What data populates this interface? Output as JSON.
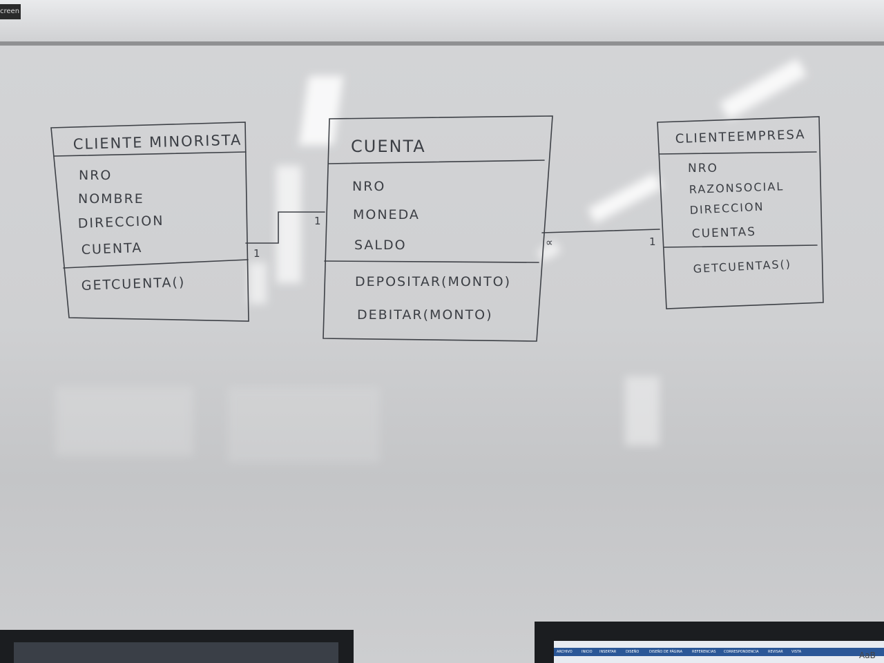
{
  "screen_label": "creen",
  "classes": {
    "cliente_minorista": {
      "name": "CLIENTE MINORISTA",
      "attributes": [
        "NRO",
        "NOMBRE",
        "DIRECCION",
        "CUENTA"
      ],
      "methods": [
        "GETCUENTA()"
      ]
    },
    "cuenta": {
      "name": "CUENTA",
      "attributes": [
        "NRO",
        "MONEDA",
        "SALDO"
      ],
      "methods": [
        "DEPOSITAR(MONTO)",
        "DEBITAR(MONTO)"
      ]
    },
    "cliente_empresa": {
      "name": "CLIENTEEMPRESA",
      "attributes": [
        "NRO",
        "RAZONSOCIAL",
        "DIRECCION",
        "CUENTAS"
      ],
      "methods": [
        "GETCUENTAS()"
      ]
    }
  },
  "associations": {
    "minorista_cuenta": {
      "from_mult": "1",
      "to_mult": "1"
    },
    "cuenta_empresa": {
      "from_mult": "∝",
      "to_mult": "1"
    }
  },
  "monitor_right": {
    "tabs": [
      "ARCHIVO",
      "INICIO",
      "INSERTAR",
      "DISEÑO",
      "DISEÑO DE PÁGINA",
      "REFERENCIAS",
      "CORRESPONDENCIA",
      "REVISAR",
      "VISTA"
    ],
    "style_preview": "AaB"
  }
}
